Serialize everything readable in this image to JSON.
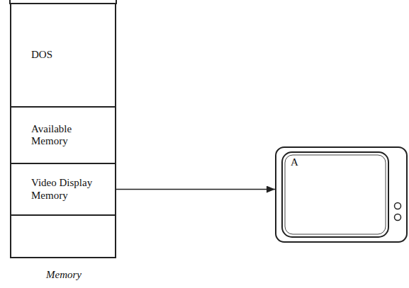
{
  "diagram": {
    "nodes": [
      {
        "text": [
          "DOS"
        ]
      },
      {
        "text": [
          "Available Memory"
        ]
      },
      {
        "text": [
          "Video Display Memory"
        ]
      },
      {
        "text": [
          "A"
        ]
      }
    ],
    "edges": [
      {
        "from": 2,
        "to": 3,
        "arrow": "to"
      }
    ],
    "labels": [
      "Memory"
    ]
  }
}
